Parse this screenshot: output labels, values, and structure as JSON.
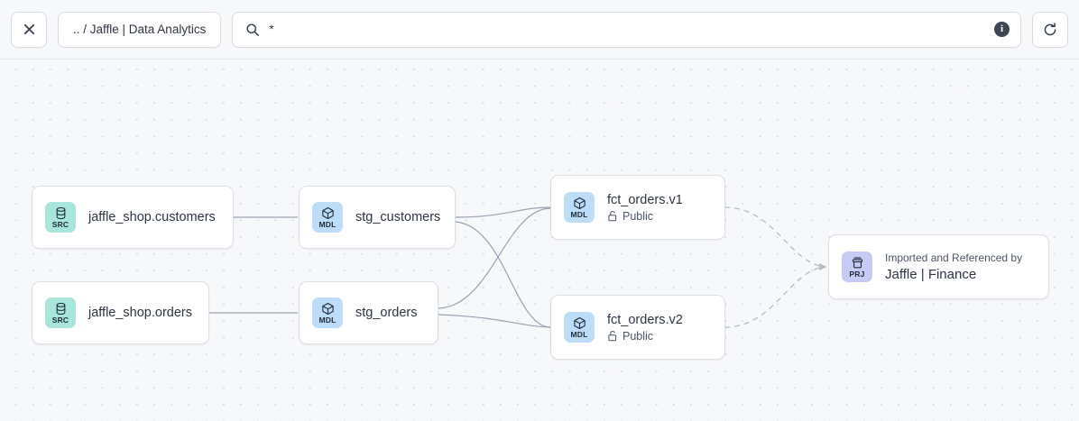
{
  "toolbar": {
    "close_button": {
      "name": "close-icon",
      "label": "✕"
    },
    "breadcrumb": {
      "text": ".. / Jaffle | Data Analytics"
    },
    "search": {
      "value": "*",
      "placeholder": "Search",
      "icon": "search-icon"
    },
    "info_button": {
      "label": "i",
      "icon": "info-icon"
    },
    "refresh_button": {
      "icon": "refresh-icon"
    }
  },
  "graph": {
    "nodes": [
      {
        "id": "jaffle_shop_customers",
        "badge_type": "SRC",
        "badge_color": "#a8e6dc",
        "icon": "database-icon",
        "title": "jaffle_shop.customers",
        "subtitle": "",
        "kicker": ""
      },
      {
        "id": "jaffle_shop_orders",
        "badge_type": "SRC",
        "badge_color": "#a8e6dc",
        "icon": "database-icon",
        "title": "jaffle_shop.orders",
        "subtitle": "",
        "kicker": ""
      },
      {
        "id": "stg_customers",
        "badge_type": "MDL",
        "badge_color": "#bcdcf8",
        "icon": "cube-icon",
        "title": "stg_customers",
        "subtitle": "",
        "kicker": ""
      },
      {
        "id": "stg_orders",
        "badge_type": "MDL",
        "badge_color": "#bcdcf8",
        "icon": "cube-icon",
        "title": "stg_orders",
        "subtitle": "",
        "kicker": ""
      },
      {
        "id": "fct_orders_v1",
        "badge_type": "MDL",
        "badge_color": "#bcdcf8",
        "icon": "cube-icon",
        "title": "fct_orders.v1",
        "subtitle": "Public",
        "subtitle_icon": "unlock-icon",
        "kicker": ""
      },
      {
        "id": "fct_orders_v2",
        "badge_type": "MDL",
        "badge_color": "#bcdcf8",
        "icon": "cube-icon",
        "title": "fct_orders.v2",
        "subtitle": "Public",
        "subtitle_icon": "unlock-icon",
        "kicker": ""
      },
      {
        "id": "jaffle_finance",
        "badge_type": "PRJ",
        "badge_color": "#c6cbf5",
        "icon": "project-icon",
        "kicker": "Imported and Referenced by",
        "title": "Jaffle | Finance",
        "subtitle": ""
      }
    ],
    "edge_color_solid": "#9aa2b1",
    "edge_color_dashed": "#b4bac6"
  }
}
